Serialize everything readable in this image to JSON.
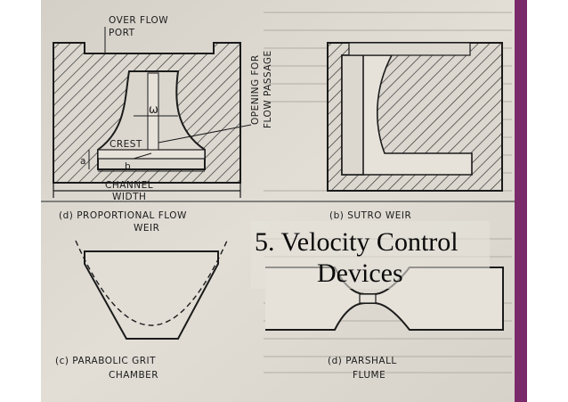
{
  "slide": {
    "title_line1": "5. Velocity Control",
    "title_line2": "Devices",
    "accent_color": "#7a2a6a",
    "paper_color": "#dedad2"
  },
  "labels": {
    "over_flow_port_1": "OVER FLOW",
    "over_flow_port_2": "PORT",
    "opening_1": "OPENING FOR",
    "opening_2": "FLOW PASSAGE",
    "omega": "ω",
    "crest": "CREST",
    "a": "a",
    "b": "b",
    "channel_width_1": "CHANNEL",
    "channel_width_2": "WIDTH",
    "caption_a_1": "(d) PROPORTIONAL FLOW",
    "caption_a_2": "WEIR",
    "caption_b": "(b) SUTRO WEIR",
    "caption_c_1": "(c) PARABOLIC GRIT",
    "caption_c_2": "CHAMBER",
    "caption_d_1": "(d) PARSHALL",
    "caption_d_2": "FLUME"
  }
}
